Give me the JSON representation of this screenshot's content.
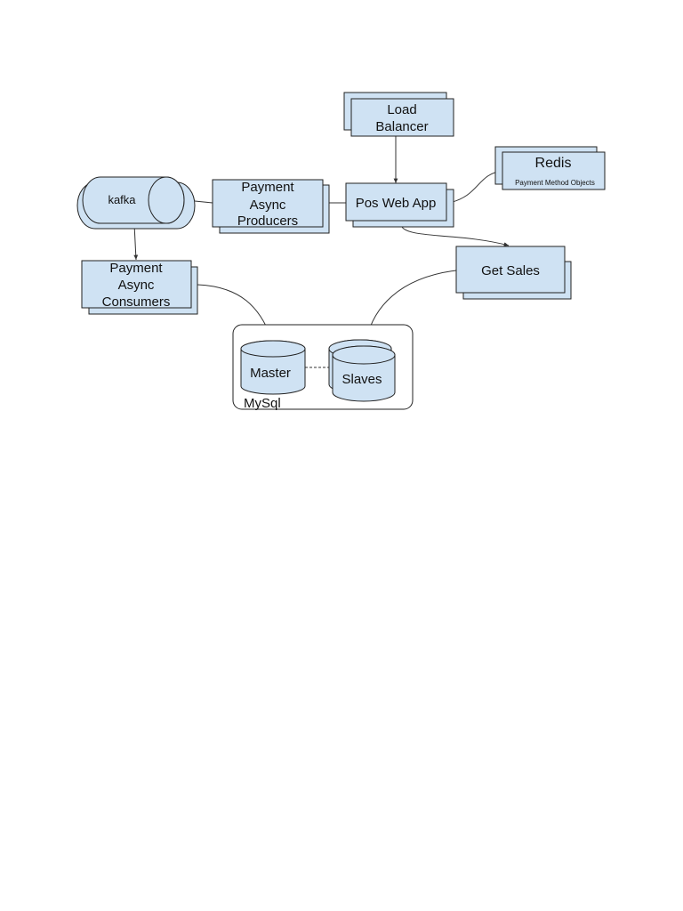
{
  "colors": {
    "node_fill": "#cfe2f3",
    "stroke": "#222222",
    "group_fill": "#ffffff"
  },
  "nodes": {
    "load_balancer": {
      "line1": "Load",
      "line2": "Balancer"
    },
    "redis": {
      "title": "Redis",
      "subtitle": "Payment Method Objects"
    },
    "kafka": {
      "label": "kafka"
    },
    "payment_async_producers": {
      "line1": "Payment",
      "line2": "Async",
      "line3": "Producers"
    },
    "pos_web_app": {
      "label": "Pos Web App"
    },
    "payment_async_consumers": {
      "line1": "Payment",
      "line2": "Async",
      "line3": "Consumers"
    },
    "get_sales": {
      "label": "Get Sales"
    },
    "master": {
      "label": "Master"
    },
    "slaves": {
      "label": "Slaves"
    },
    "mysql_group": {
      "label": "MySql"
    }
  },
  "edges": [
    {
      "from": "Load Balancer",
      "to": "Pos Web App"
    },
    {
      "from": "Pos Web App",
      "to": "Redis",
      "bidirectional": true
    },
    {
      "from": "Pos Web App",
      "to": "Payment Async Producers"
    },
    {
      "from": "Payment Async Producers",
      "to": "kafka"
    },
    {
      "from": "kafka",
      "to": "Payment Async Consumers"
    },
    {
      "from": "Pos Web App",
      "to": "Get Sales"
    },
    {
      "from": "Payment Async Consumers",
      "to": "Master"
    },
    {
      "from": "Get Sales",
      "to": "Slaves"
    },
    {
      "from": "Master",
      "to": "Slaves",
      "style": "dashed"
    }
  ]
}
